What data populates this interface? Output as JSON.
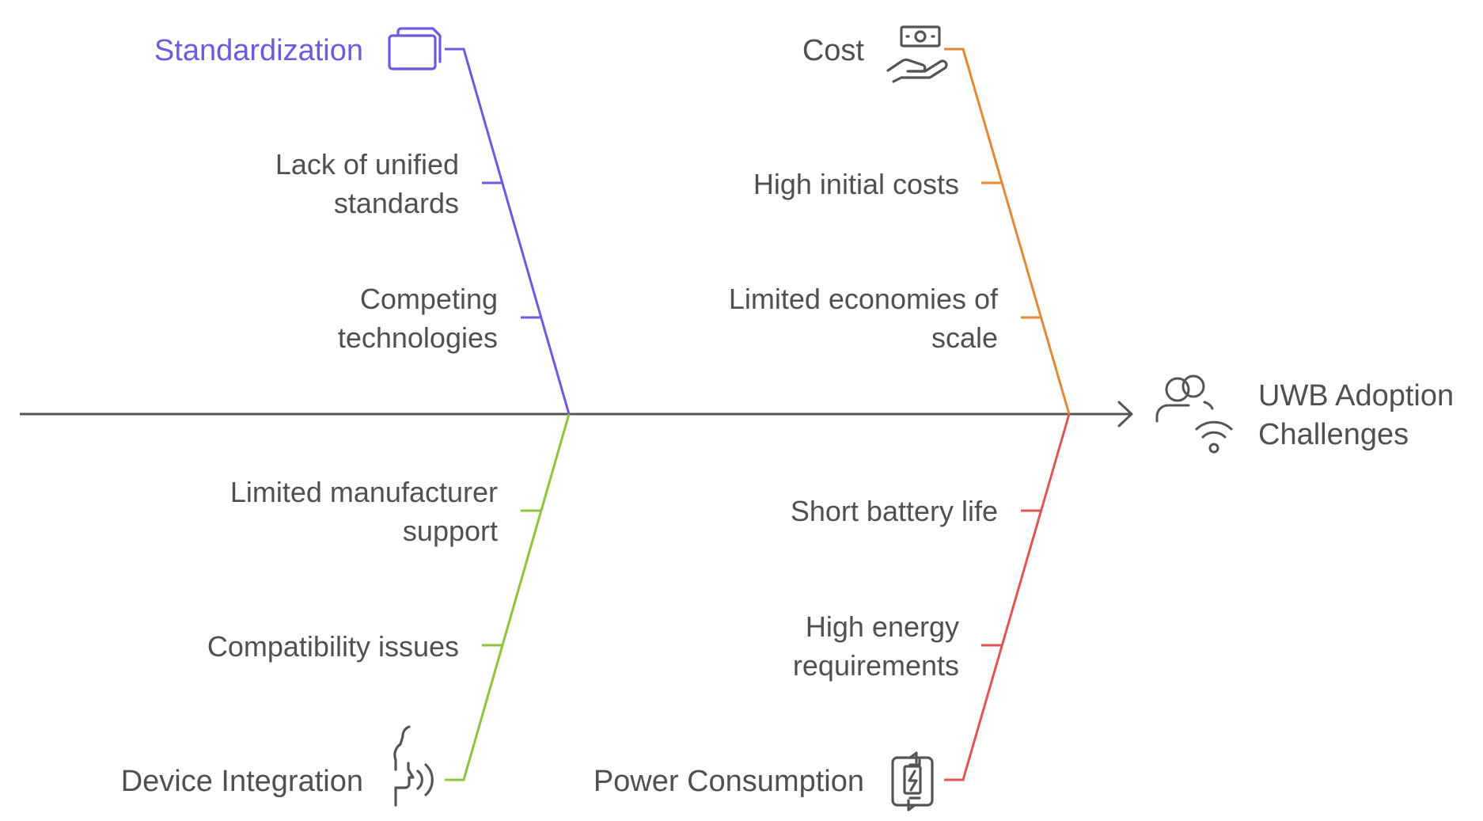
{
  "effect": {
    "lines": [
      "UWB Adoption",
      "Challenges"
    ],
    "icon": "people-signal-icon"
  },
  "categories": {
    "standardization": {
      "title": "Standardization",
      "color": "#7058e0",
      "icon": "layers-icon",
      "causes": [
        [
          "Lack of unified",
          "standards"
        ],
        [
          "Competing",
          "technologies"
        ]
      ]
    },
    "cost": {
      "title": "Cost",
      "color": "#e08a36",
      "icon": "money-hand-icon",
      "causes": [
        [
          "High initial costs"
        ],
        [
          "Limited economies of",
          "scale"
        ]
      ]
    },
    "device_integration": {
      "title": "Device Integration",
      "color": "#8cc43c",
      "icon": "voice-head-icon",
      "causes": [
        [
          "Limited manufacturer",
          "support"
        ],
        [
          "Compatibility issues"
        ]
      ]
    },
    "power_consumption": {
      "title": "Power Consumption",
      "color": "#e05454",
      "icon": "battery-cycle-icon",
      "causes": [
        [
          "Short battery life"
        ],
        [
          "High energy",
          "requirements"
        ]
      ]
    }
  },
  "colors": {
    "spine": "#555555",
    "text": "#505050"
  }
}
